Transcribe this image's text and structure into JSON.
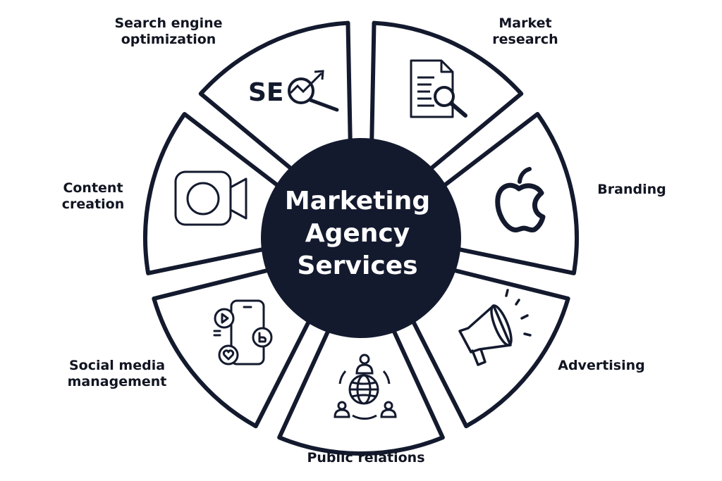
{
  "colors": {
    "navy": "#141a2e",
    "background": "#ffffff"
  },
  "center": {
    "line1": "Marketing",
    "line2": "Agency",
    "line3": "Services"
  },
  "segments": [
    {
      "id": "seo",
      "line1": "Search engine",
      "line2": "optimization",
      "icon": "seo-icon",
      "icon_text": "SE"
    },
    {
      "id": "market",
      "line1": "Market",
      "line2": "research",
      "icon": "document-search-icon"
    },
    {
      "id": "branding",
      "line1": "Branding",
      "line2": "",
      "icon": "apple-logo-icon"
    },
    {
      "id": "advertising",
      "line1": "Advertising",
      "line2": "",
      "icon": "megaphone-icon"
    },
    {
      "id": "pr",
      "line1": "Public relations",
      "line2": "",
      "icon": "globe-people-icon"
    },
    {
      "id": "social",
      "line1": "Social media",
      "line2": "management",
      "icon": "social-media-icon"
    },
    {
      "id": "content",
      "line1": "Content",
      "line2": "creation",
      "icon": "video-camera-icon"
    }
  ]
}
